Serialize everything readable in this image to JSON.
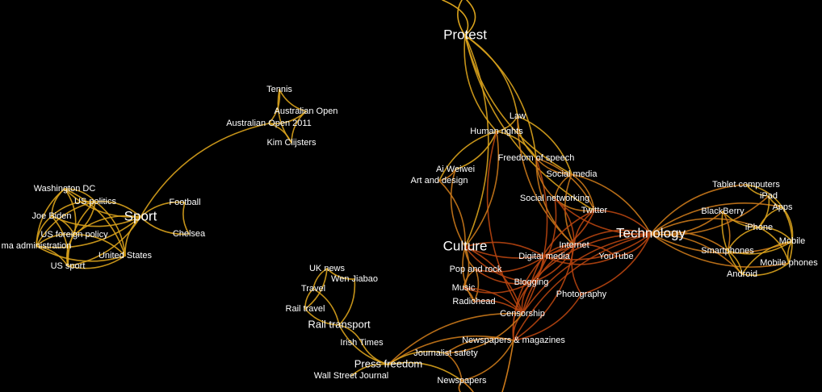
{
  "colors": {
    "background": "#000000",
    "label": "#ffffff",
    "edge_warm": "#d9a21c",
    "edge_mid": "#c9781a",
    "edge_hot": "#b6440f"
  },
  "nodes": [
    {
      "id": "protest",
      "label": "Protest",
      "major": true
    },
    {
      "id": "law",
      "label": "Law"
    },
    {
      "id": "human_rights",
      "label": "Human rights"
    },
    {
      "id": "freedom_speech",
      "label": "Freedom of speech"
    },
    {
      "id": "social_media",
      "label": "Social media"
    },
    {
      "id": "ai_weiwei",
      "label": "Ai Weiwei"
    },
    {
      "id": "art_design",
      "label": "Art and design"
    },
    {
      "id": "social_networking",
      "label": "Social networking"
    },
    {
      "id": "twitter",
      "label": "Twitter"
    },
    {
      "id": "culture",
      "label": "Culture",
      "major": true
    },
    {
      "id": "internet",
      "label": "Internet"
    },
    {
      "id": "youtube",
      "label": "YouTube"
    },
    {
      "id": "digital_media",
      "label": "Digital media"
    },
    {
      "id": "pop_rock",
      "label": "Pop and rock"
    },
    {
      "id": "music",
      "label": "Music"
    },
    {
      "id": "blogging",
      "label": "Blogging"
    },
    {
      "id": "radiohead",
      "label": "Radiohead"
    },
    {
      "id": "photography",
      "label": "Photography"
    },
    {
      "id": "censorship",
      "label": "Censorship"
    },
    {
      "id": "newspapers_mag",
      "label": "Newspapers & magazines"
    },
    {
      "id": "journalist_safety",
      "label": "Journalist safety"
    },
    {
      "id": "newspapers",
      "label": "Newspapers"
    },
    {
      "id": "technology",
      "label": "Technology",
      "major": true
    },
    {
      "id": "tablet",
      "label": "Tablet computers"
    },
    {
      "id": "ipad",
      "label": "iPad"
    },
    {
      "id": "apps",
      "label": "Apps"
    },
    {
      "id": "blackberry",
      "label": "BlackBerry"
    },
    {
      "id": "iphone",
      "label": "iPhone"
    },
    {
      "id": "mobile",
      "label": "Mobile"
    },
    {
      "id": "smartphones",
      "label": "Smartphones"
    },
    {
      "id": "mobile_phones",
      "label": "Mobile phones"
    },
    {
      "id": "android",
      "label": "Android"
    },
    {
      "id": "tennis",
      "label": "Tennis"
    },
    {
      "id": "aus_open",
      "label": "Australian Open"
    },
    {
      "id": "aus_open_2011",
      "label": "Australian Open 2011"
    },
    {
      "id": "kim",
      "label": "Kim Clijsters"
    },
    {
      "id": "washington",
      "label": "Washington DC"
    },
    {
      "id": "us_politics",
      "label": "US politics"
    },
    {
      "id": "joe_biden",
      "label": "Joe Biden"
    },
    {
      "id": "sport",
      "label": "Sport",
      "major": true
    },
    {
      "id": "football",
      "label": "Football"
    },
    {
      "id": "us_foreign",
      "label": "US foreign policy"
    },
    {
      "id": "chelsea",
      "label": "Chelsea"
    },
    {
      "id": "obama",
      "label": "ma administration"
    },
    {
      "id": "united_states",
      "label": "United States"
    },
    {
      "id": "us_sport",
      "label": "US sport"
    },
    {
      "id": "uk_news",
      "label": "UK news"
    },
    {
      "id": "wen_jiabao",
      "label": "Wen Jiabao"
    },
    {
      "id": "travel",
      "label": "Travel"
    },
    {
      "id": "rail_travel",
      "label": "Rail travel"
    },
    {
      "id": "rail_transport",
      "label": "Rail transport",
      "medium": true
    },
    {
      "id": "irish_times",
      "label": "Irish Times"
    },
    {
      "id": "press_freedom",
      "label": "Press freedom",
      "medium": true
    },
    {
      "id": "wsj",
      "label": "Wall Street Journal"
    }
  ],
  "edges": [
    [
      "protest",
      "law"
    ],
    [
      "protest",
      "human_rights"
    ],
    [
      "protest",
      "freedom_speech"
    ],
    [
      "protest",
      "social_media"
    ],
    [
      "protest",
      "culture"
    ],
    [
      "protest",
      "twitter"
    ],
    [
      "law",
      "human_rights"
    ],
    [
      "law",
      "freedom_speech"
    ],
    [
      "law",
      "social_media"
    ],
    [
      "law",
      "internet"
    ],
    [
      "human_rights",
      "ai_weiwei"
    ],
    [
      "human_rights",
      "art_design"
    ],
    [
      "human_rights",
      "freedom_speech"
    ],
    [
      "human_rights",
      "censorship"
    ],
    [
      "human_rights",
      "culture"
    ],
    [
      "freedom_speech",
      "social_media"
    ],
    [
      "freedom_speech",
      "censorship"
    ],
    [
      "freedom_speech",
      "internet"
    ],
    [
      "freedom_speech",
      "twitter"
    ],
    [
      "freedom_speech",
      "social_networking"
    ],
    [
      "social_media",
      "twitter"
    ],
    [
      "social_media",
      "internet"
    ],
    [
      "social_media",
      "technology"
    ],
    [
      "social_media",
      "social_networking"
    ],
    [
      "ai_weiwei",
      "art_design"
    ],
    [
      "ai_weiwei",
      "culture"
    ],
    [
      "art_design",
      "culture"
    ],
    [
      "social_networking",
      "twitter"
    ],
    [
      "social_networking",
      "internet"
    ],
    [
      "social_networking",
      "technology"
    ],
    [
      "social_networking",
      "blogging"
    ],
    [
      "twitter",
      "internet"
    ],
    [
      "twitter",
      "technology"
    ],
    [
      "twitter",
      "blogging"
    ],
    [
      "twitter",
      "digital_media"
    ],
    [
      "culture",
      "pop_rock"
    ],
    [
      "culture",
      "music"
    ],
    [
      "culture",
      "radiohead"
    ],
    [
      "culture",
      "digital_media"
    ],
    [
      "culture",
      "blogging"
    ],
    [
      "culture",
      "censorship"
    ],
    [
      "culture",
      "internet"
    ],
    [
      "internet",
      "technology"
    ],
    [
      "internet",
      "digital_media"
    ],
    [
      "internet",
      "blogging"
    ],
    [
      "internet",
      "censorship"
    ],
    [
      "internet",
      "youtube"
    ],
    [
      "internet",
      "photography"
    ],
    [
      "internet",
      "newspapers_mag"
    ],
    [
      "youtube",
      "technology"
    ],
    [
      "youtube",
      "digital_media"
    ],
    [
      "digital_media",
      "technology"
    ],
    [
      "digital_media",
      "blogging"
    ],
    [
      "digital_media",
      "newspapers_mag"
    ],
    [
      "digital_media",
      "pop_rock"
    ],
    [
      "pop_rock",
      "music"
    ],
    [
      "pop_rock",
      "radiohead"
    ],
    [
      "pop_rock",
      "blogging"
    ],
    [
      "music",
      "radiohead"
    ],
    [
      "music",
      "blogging"
    ],
    [
      "music",
      "censorship"
    ],
    [
      "blogging",
      "censorship"
    ],
    [
      "blogging",
      "technology"
    ],
    [
      "blogging",
      "newspapers_mag"
    ],
    [
      "radiohead",
      "censorship"
    ],
    [
      "photography",
      "technology"
    ],
    [
      "photography",
      "newspapers_mag"
    ],
    [
      "censorship",
      "newspapers_mag"
    ],
    [
      "censorship",
      "technology"
    ],
    [
      "censorship",
      "press_freedom"
    ],
    [
      "censorship",
      "journalist_safety"
    ],
    [
      "newspapers_mag",
      "journalist_safety"
    ],
    [
      "newspapers_mag",
      "newspapers"
    ],
    [
      "newspapers_mag",
      "press_freedom"
    ],
    [
      "newspapers_mag",
      "technology"
    ],
    [
      "journalist_safety",
      "press_freedom"
    ],
    [
      "journalist_safety",
      "newspapers"
    ],
    [
      "newspapers",
      "press_freedom"
    ],
    [
      "press_freedom",
      "irish_times"
    ],
    [
      "press_freedom",
      "wsj"
    ],
    [
      "press_freedom",
      "rail_transport"
    ],
    [
      "irish_times",
      "rail_transport"
    ],
    [
      "technology",
      "tablet"
    ],
    [
      "technology",
      "ipad"
    ],
    [
      "technology",
      "apps"
    ],
    [
      "technology",
      "blackberry"
    ],
    [
      "technology",
      "iphone"
    ],
    [
      "technology",
      "mobile"
    ],
    [
      "technology",
      "smartphones"
    ],
    [
      "technology",
      "mobile_phones"
    ],
    [
      "technology",
      "android"
    ],
    [
      "tablet",
      "ipad"
    ],
    [
      "tablet",
      "apps"
    ],
    [
      "ipad",
      "apps"
    ],
    [
      "ipad",
      "iphone"
    ],
    [
      "apps",
      "iphone"
    ],
    [
      "apps",
      "mobile"
    ],
    [
      "blackberry",
      "iphone"
    ],
    [
      "blackberry",
      "smartphones"
    ],
    [
      "blackberry",
      "android"
    ],
    [
      "iphone",
      "mobile"
    ],
    [
      "iphone",
      "smartphones"
    ],
    [
      "iphone",
      "mobile_phones"
    ],
    [
      "mobile",
      "mobile_phones"
    ],
    [
      "mobile",
      "smartphones"
    ],
    [
      "mobile",
      "android"
    ],
    [
      "smartphones",
      "android"
    ],
    [
      "android",
      "mobile_phones"
    ],
    [
      "apps",
      "mobile_phones"
    ],
    [
      "tennis",
      "aus_open"
    ],
    [
      "tennis",
      "aus_open_2011"
    ],
    [
      "tennis",
      "kim"
    ],
    [
      "aus_open",
      "aus_open_2011"
    ],
    [
      "aus_open",
      "kim"
    ],
    [
      "aus_open_2011",
      "kim"
    ],
    [
      "aus_open_2011",
      "sport"
    ],
    [
      "sport",
      "football"
    ],
    [
      "sport",
      "chelsea"
    ],
    [
      "sport",
      "washington"
    ],
    [
      "sport",
      "us_politics"
    ],
    [
      "sport",
      "joe_biden"
    ],
    [
      "sport",
      "us_foreign"
    ],
    [
      "sport",
      "obama"
    ],
    [
      "sport",
      "united_states"
    ],
    [
      "sport",
      "us_sport"
    ],
    [
      "football",
      "chelsea"
    ],
    [
      "washington",
      "us_politics"
    ],
    [
      "washington",
      "joe_biden"
    ],
    [
      "washington",
      "us_foreign"
    ],
    [
      "washington",
      "obama"
    ],
    [
      "washington",
      "united_states"
    ],
    [
      "us_politics",
      "joe_biden"
    ],
    [
      "us_politics",
      "us_foreign"
    ],
    [
      "us_politics",
      "obama"
    ],
    [
      "us_politics",
      "united_states"
    ],
    [
      "us_politics",
      "us_sport"
    ],
    [
      "joe_biden",
      "us_foreign"
    ],
    [
      "joe_biden",
      "obama"
    ],
    [
      "joe_biden",
      "us_sport"
    ],
    [
      "us_foreign",
      "obama"
    ],
    [
      "us_foreign",
      "united_states"
    ],
    [
      "us_foreign",
      "us_sport"
    ],
    [
      "obama",
      "us_sport"
    ],
    [
      "obama",
      "united_states"
    ],
    [
      "united_states",
      "us_sport"
    ],
    [
      "uk_news",
      "travel"
    ],
    [
      "uk_news",
      "rail_travel"
    ],
    [
      "uk_news",
      "wen_jiabao"
    ],
    [
      "wen_jiabao",
      "rail_transport"
    ],
    [
      "travel",
      "rail_travel"
    ],
    [
      "travel",
      "rail_transport"
    ],
    [
      "rail_travel",
      "rail_transport"
    ]
  ]
}
